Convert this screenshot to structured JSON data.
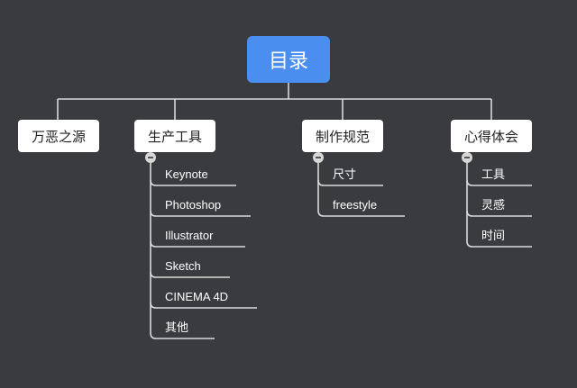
{
  "root": {
    "label": "目录"
  },
  "branches": [
    {
      "label": "万恶之源",
      "children": []
    },
    {
      "label": "生产工具",
      "children": [
        "Keynote",
        "Photoshop",
        "Illustrator",
        "Sketch",
        "CINEMA 4D",
        "其他"
      ]
    },
    {
      "label": "制作规范",
      "children": [
        "尺寸",
        "freestyle"
      ]
    },
    {
      "label": "心得体会",
      "children": [
        "工具",
        "灵感",
        "时间"
      ]
    }
  ],
  "colors": {
    "background": "#393b3e",
    "root_fill": "#4a8ff0",
    "node_fill": "#ffffff",
    "connector": "#d9d9d9"
  },
  "icons": {
    "collapse": "minus-circle-icon"
  }
}
